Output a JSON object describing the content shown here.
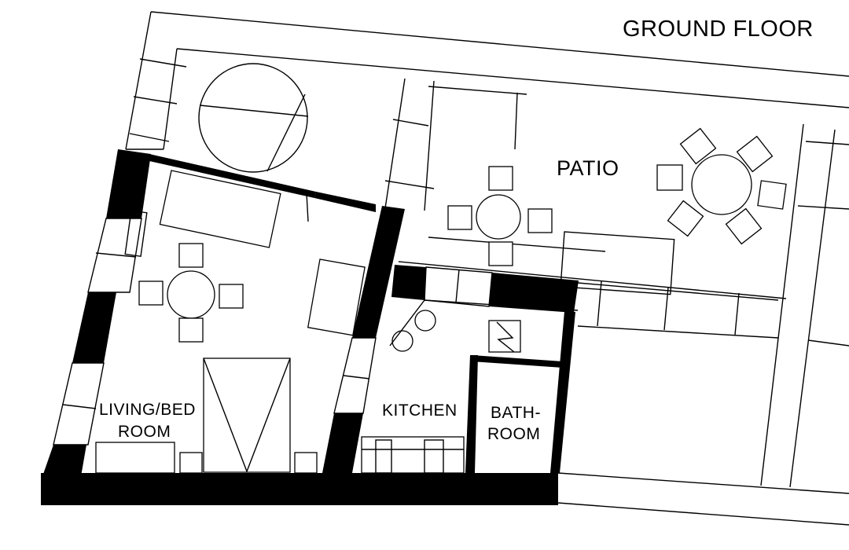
{
  "title": "GROUND FLOOR",
  "rooms": {
    "patio": "PATIO",
    "living_line1": "LIVING/BED",
    "living_line2": "ROOM",
    "kitchen": "KITCHEN",
    "bath_line1": "BATH-",
    "bath_line2": "ROOM"
  },
  "colors": {
    "wall": "#000000",
    "background": "#ffffff"
  }
}
